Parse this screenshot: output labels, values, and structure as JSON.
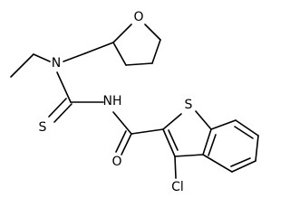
{
  "atoms": {
    "oxygen_ring": "O",
    "nitrogen_amine": "N",
    "sulfur_thione": "S",
    "nitrogen_amide": "NH",
    "sulfur_thiophene": "S",
    "oxygen_carbonyl": "O",
    "chlorine": "Cl"
  },
  "colors": {
    "bond": "#000000",
    "label": "#000000",
    "background": "#ffffff"
  }
}
